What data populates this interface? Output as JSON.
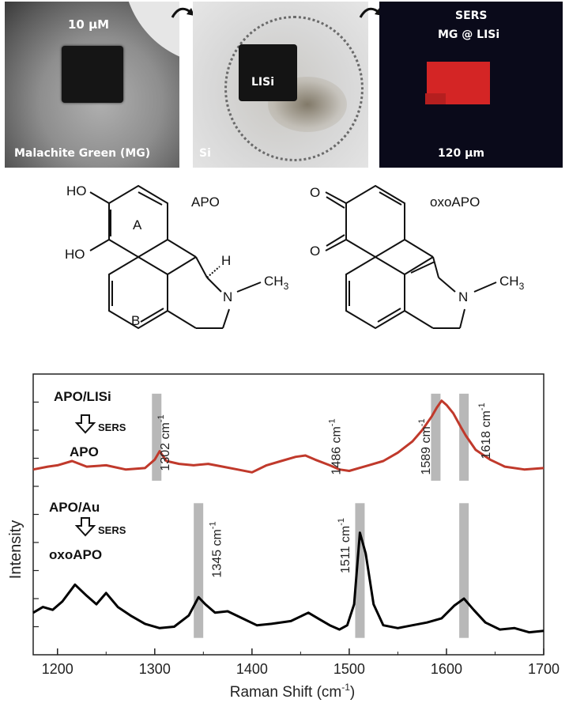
{
  "panels": {
    "left": {
      "top_label": "10 µM",
      "bottom_label": "Malachite Green (MG)"
    },
    "middle": {
      "center_label": "LISi",
      "corner_label": "Si"
    },
    "right": {
      "line1": "SERS",
      "line2": "MG @ LISi",
      "scale": "120 µm",
      "map_color": "#d42525"
    }
  },
  "molecules": {
    "apo": {
      "name": "APO",
      "ring_a": "A",
      "ring_b": "B",
      "oh1": "HO",
      "oh2": "HO",
      "n": "N",
      "h": "H",
      "methyl": "CH",
      "methyl_sub": "3"
    },
    "oxoapo": {
      "name": "oxoAPO",
      "o1": "O",
      "o2": "O",
      "n": "N",
      "methyl": "CH",
      "methyl_sub": "3"
    }
  },
  "chart_data": {
    "type": "line",
    "xlabel": "Raman Shift (cm",
    "xlabel_sup": "-1",
    "xlabel_end": ")",
    "ylabel": "Intensity",
    "xlim": [
      1175,
      1700
    ],
    "x_ticks": [
      1200,
      1300,
      1400,
      1500,
      1600,
      1700
    ],
    "ylim": [
      0,
      10
    ],
    "series": [
      {
        "color": "#c0392b",
        "x": [
          1175,
          1190,
          1200,
          1215,
          1230,
          1250,
          1270,
          1290,
          1300,
          1305,
          1312,
          1325,
          1340,
          1355,
          1370,
          1385,
          1400,
          1415,
          1430,
          1445,
          1455,
          1465,
          1480,
          1490,
          1500,
          1510,
          1520,
          1535,
          1550,
          1565,
          1575,
          1585,
          1590,
          1595,
          1600,
          1607,
          1615,
          1620,
          1630,
          1645,
          1660,
          1680,
          1700
        ],
        "y": [
          6.6,
          6.7,
          6.75,
          6.9,
          6.7,
          6.75,
          6.6,
          6.65,
          6.95,
          7.25,
          6.9,
          6.8,
          6.75,
          6.8,
          6.7,
          6.6,
          6.5,
          6.75,
          6.9,
          7.05,
          7.1,
          6.95,
          6.75,
          6.6,
          6.55,
          6.65,
          6.75,
          6.9,
          7.2,
          7.6,
          8.0,
          8.5,
          8.8,
          9.05,
          8.9,
          8.6,
          8.1,
          7.8,
          7.3,
          6.95,
          6.7,
          6.6,
          6.65
        ]
      },
      {
        "color": "#000000",
        "x": [
          1175,
          1185,
          1195,
          1205,
          1218,
          1230,
          1240,
          1250,
          1262,
          1275,
          1290,
          1305,
          1320,
          1335,
          1345,
          1352,
          1362,
          1375,
          1390,
          1405,
          1420,
          1440,
          1458,
          1470,
          1480,
          1490,
          1498,
          1505,
          1511,
          1517,
          1525,
          1535,
          1550,
          1565,
          1580,
          1595,
          1608,
          1618,
          1628,
          1640,
          1655,
          1670,
          1685,
          1700
        ],
        "y": [
          1.5,
          1.7,
          1.6,
          1.9,
          2.5,
          2.1,
          1.8,
          2.2,
          1.7,
          1.4,
          1.1,
          0.95,
          1.0,
          1.4,
          2.05,
          1.8,
          1.5,
          1.55,
          1.3,
          1.05,
          1.1,
          1.2,
          1.5,
          1.25,
          1.05,
          0.9,
          1.05,
          1.8,
          4.35,
          3.6,
          1.8,
          1.05,
          0.95,
          1.05,
          1.15,
          1.3,
          1.75,
          2.0,
          1.6,
          1.15,
          0.9,
          0.95,
          0.8,
          0.85
        ]
      }
    ],
    "peak_bands": [
      1302,
      1589,
      1618,
      1345,
      1511,
      1618
    ],
    "annotations": [
      {
        "label": "1302 cm",
        "sup": "-1",
        "x": 1310
      },
      {
        "label": "1486 cm",
        "sup": "-1",
        "x": 1486
      },
      {
        "label": "1589 cm",
        "sup": "-1",
        "x": 1578
      },
      {
        "label": "1618 cm",
        "sup": "-1",
        "x": 1640
      },
      {
        "label": "1345 cm",
        "sup": "-1",
        "x": 1363
      },
      {
        "label": "1511 cm",
        "sup": "-1",
        "x": 1495
      }
    ],
    "legend_top": {
      "sample": "APO/LISi",
      "arrow_label": "SERS",
      "result": "APO"
    },
    "legend_bottom": {
      "sample": "APO/Au",
      "arrow_label": "SERS",
      "result": "oxoAPO"
    }
  }
}
